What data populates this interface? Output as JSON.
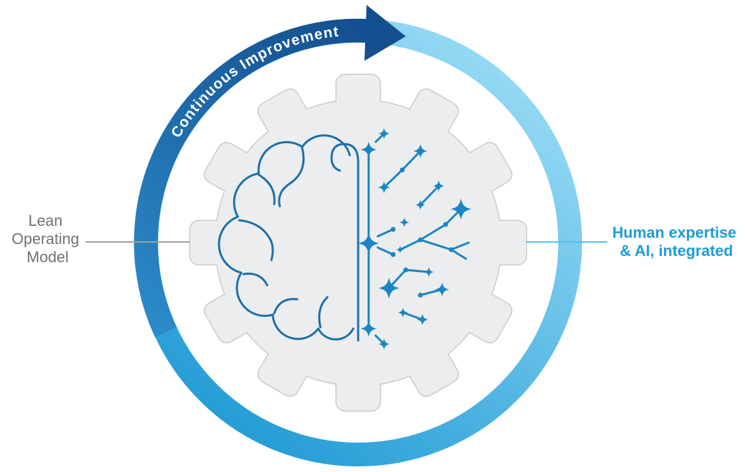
{
  "diagram": {
    "arc_label": "Continuous Improvement",
    "left_label_lines": [
      "Lean",
      "Operating",
      "Model"
    ],
    "right_label_lines": [
      "Human expertise",
      "& AI, integrated"
    ]
  },
  "colors": {
    "ring_light_start": "#9bdcf6",
    "ring_light_end": "#1e9ad4",
    "ring_dark_start": "#2b8ac8",
    "ring_dark_end": "#14508f",
    "arrow": "#14508f",
    "arc_text": "#ffffff",
    "gear_fill": "#ecedee",
    "gear_outline": "#c6cacd",
    "brain_stroke": "#1d6fa8",
    "network_color": "#1a85c2",
    "left_label_color": "#6d7277",
    "left_line_color": "#9aa0a4",
    "right_label_color": "#1b9cd8",
    "right_line_color": "#56bfe9"
  }
}
